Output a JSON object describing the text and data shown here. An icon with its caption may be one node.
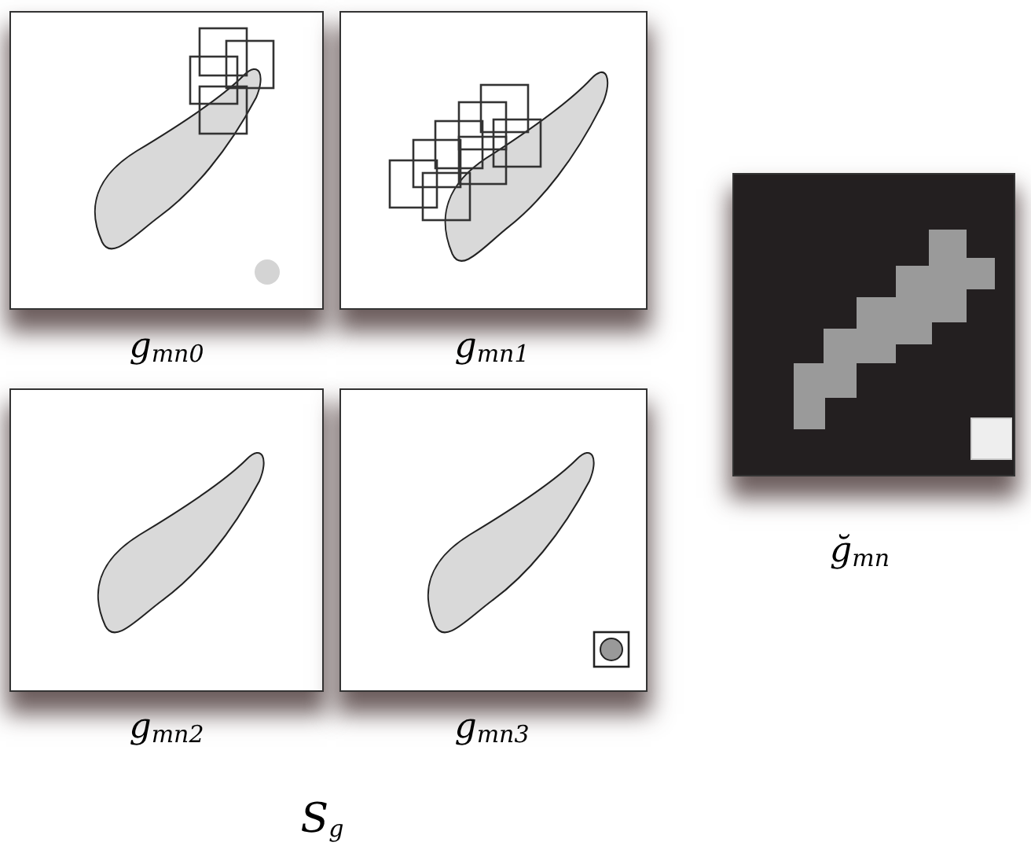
{
  "diagram": {
    "nodes": [
      {
        "text": [],
        "shape": "picture",
        "beside": [
          "g$_{mn0}$"
        ]
      },
      {
        "text": [],
        "shape": "picture",
        "beside": [
          "g$_{mn1}$"
        ]
      },
      {
        "text": [],
        "shape": "picture",
        "beside": [
          "g$_{mn2}$"
        ]
      },
      {
        "text": [],
        "shape": "picture",
        "beside": [
          "g$_{mn3}$"
        ]
      },
      {
        "text": [],
        "shape": "picture",
        "beside": [
          "ğ$_{mn}$"
        ]
      }
    ],
    "labels": [
      "S$_{g}$"
    ]
  }
}
